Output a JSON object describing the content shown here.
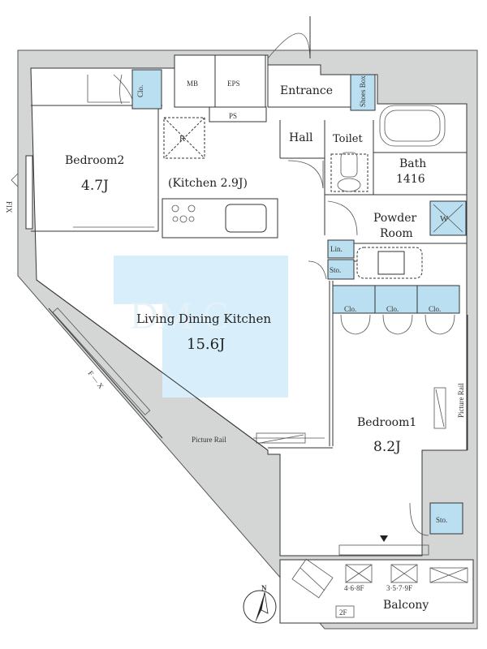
{
  "rooms": {
    "bedroom2": {
      "name": "Bedroom2",
      "size": "4.7J"
    },
    "kitchen": {
      "label": "(Kitchen 2.9J)"
    },
    "ldk": {
      "name": "Living Dining Kitchen",
      "size": "15.6J"
    },
    "bedroom1": {
      "name": "Bedroom1",
      "size": "8.2J"
    },
    "entrance": {
      "name": "Entrance"
    },
    "hall": {
      "name": "Hall"
    },
    "toilet": {
      "name": "Toilet"
    },
    "bath": {
      "name": "Bath",
      "size": "1416"
    },
    "powder": {
      "line1": "Powder",
      "line2": "Room"
    },
    "balcony": {
      "name": "Balcony"
    }
  },
  "storage": {
    "clo": "Clo.",
    "sto": "Sto.",
    "lin": "Lin.",
    "shoes_box": "Shoes Box",
    "mb": "MB",
    "eps": "EPS",
    "ps": "PS",
    "fridge": "R",
    "washer": "W"
  },
  "annotations": {
    "picture_rail": "Picture Rail",
    "fix_left": "FIX",
    "fix_diag": "F — X",
    "floors_a": "4·6·8F",
    "floors_b": "3·5·7·9F",
    "floor_2f": "2F",
    "north": "N"
  },
  "colors": {
    "wall": "#d3d6d5",
    "storage_blue": "#b9dff0",
    "ldk_highlight": "#d8eefa"
  }
}
